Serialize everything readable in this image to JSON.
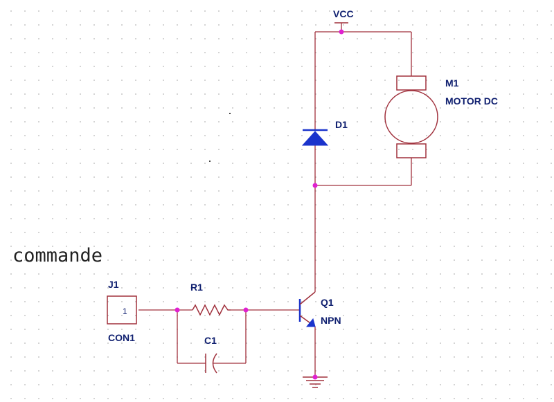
{
  "labels": {
    "vcc": "VCC",
    "motor_ref": "M1",
    "motor_value": "MOTOR DC",
    "diode_ref": "D1",
    "transistor_ref": "Q1",
    "transistor_value": "NPN",
    "resistor_ref": "R1",
    "capacitor_ref": "C1",
    "connector_ref": "J1",
    "connector_value": "CON1",
    "connector_pin": "1",
    "command_text": "commande"
  },
  "colors": {
    "wire": "#a0303c",
    "component_fill": "#1a33cc",
    "junction": "#e020d0",
    "label": "#102070"
  }
}
